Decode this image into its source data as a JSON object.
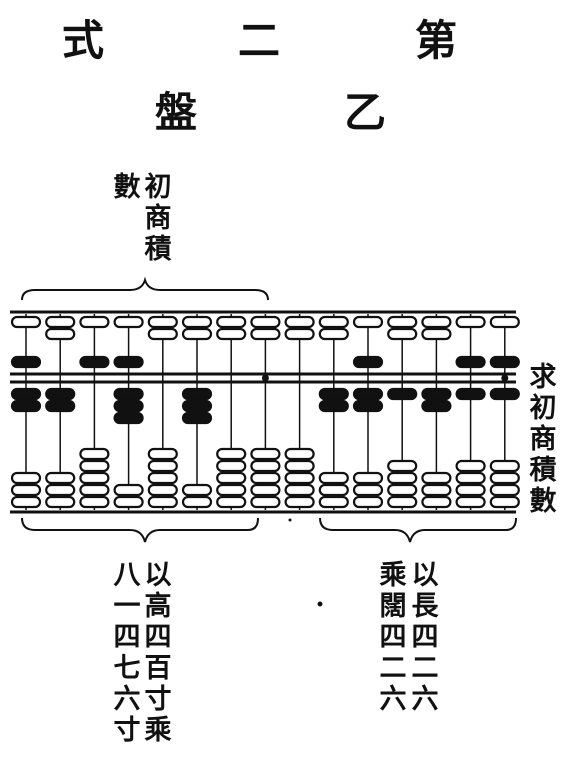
{
  "heading": {
    "char1": "式",
    "char2": "二",
    "char3": "第",
    "char4": "盤",
    "char5": "乙"
  },
  "top_label": {
    "col_left": "數",
    "col_right": "初商積"
  },
  "right_label": "求初商積數",
  "bottom_left": {
    "col_left": "八一四七六寸",
    "col_right": "以高四百寸乘"
  },
  "bottom_right": {
    "col_left": "乘闊四二六",
    "col_right": "以長四二六"
  },
  "abacus": {
    "rods": 15,
    "upper_beads_down": [
      1,
      0,
      1,
      1,
      0,
      0,
      0,
      0,
      0,
      0,
      1,
      0,
      0,
      1,
      1
    ],
    "lower_beads_up": [
      2,
      2,
      0,
      3,
      0,
      3,
      0,
      0,
      0,
      2,
      2,
      1,
      2,
      1,
      1
    ],
    "unit_marks_at_rods": [
      7,
      14
    ]
  },
  "colors": {
    "ink": "#111111",
    "paper": "#ffffff"
  }
}
